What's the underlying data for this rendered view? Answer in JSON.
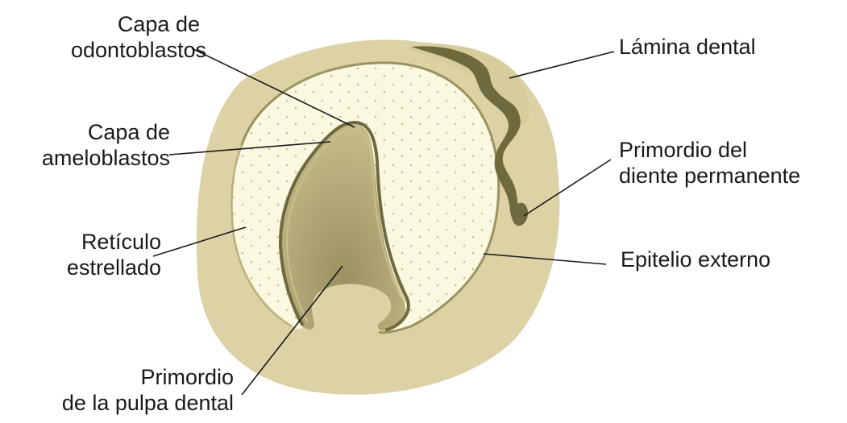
{
  "labels": {
    "odontoblastos": [
      "Capa de",
      "odontoblastos"
    ],
    "ameloblastos": [
      "Capa de",
      "ameloblastos"
    ],
    "reticulo": [
      "Retículo",
      "estrellado"
    ],
    "pulpa": [
      "Primordio",
      "de la pulpa dental"
    ],
    "lamina": [
      "Lámina dental"
    ],
    "permanente": [
      "Primordio del",
      "diente permanente"
    ],
    "epitelio": [
      "Epitelio externo"
    ]
  },
  "colors": {
    "mesenchyme": "#ddd2a6",
    "reticulum": "#fbf8e2",
    "dots": "#c8c28a",
    "epithelium": "#7a7445",
    "pulp": "#a59c6a",
    "lamina": "#6f6a3e",
    "leader": "#1a1a1a"
  }
}
